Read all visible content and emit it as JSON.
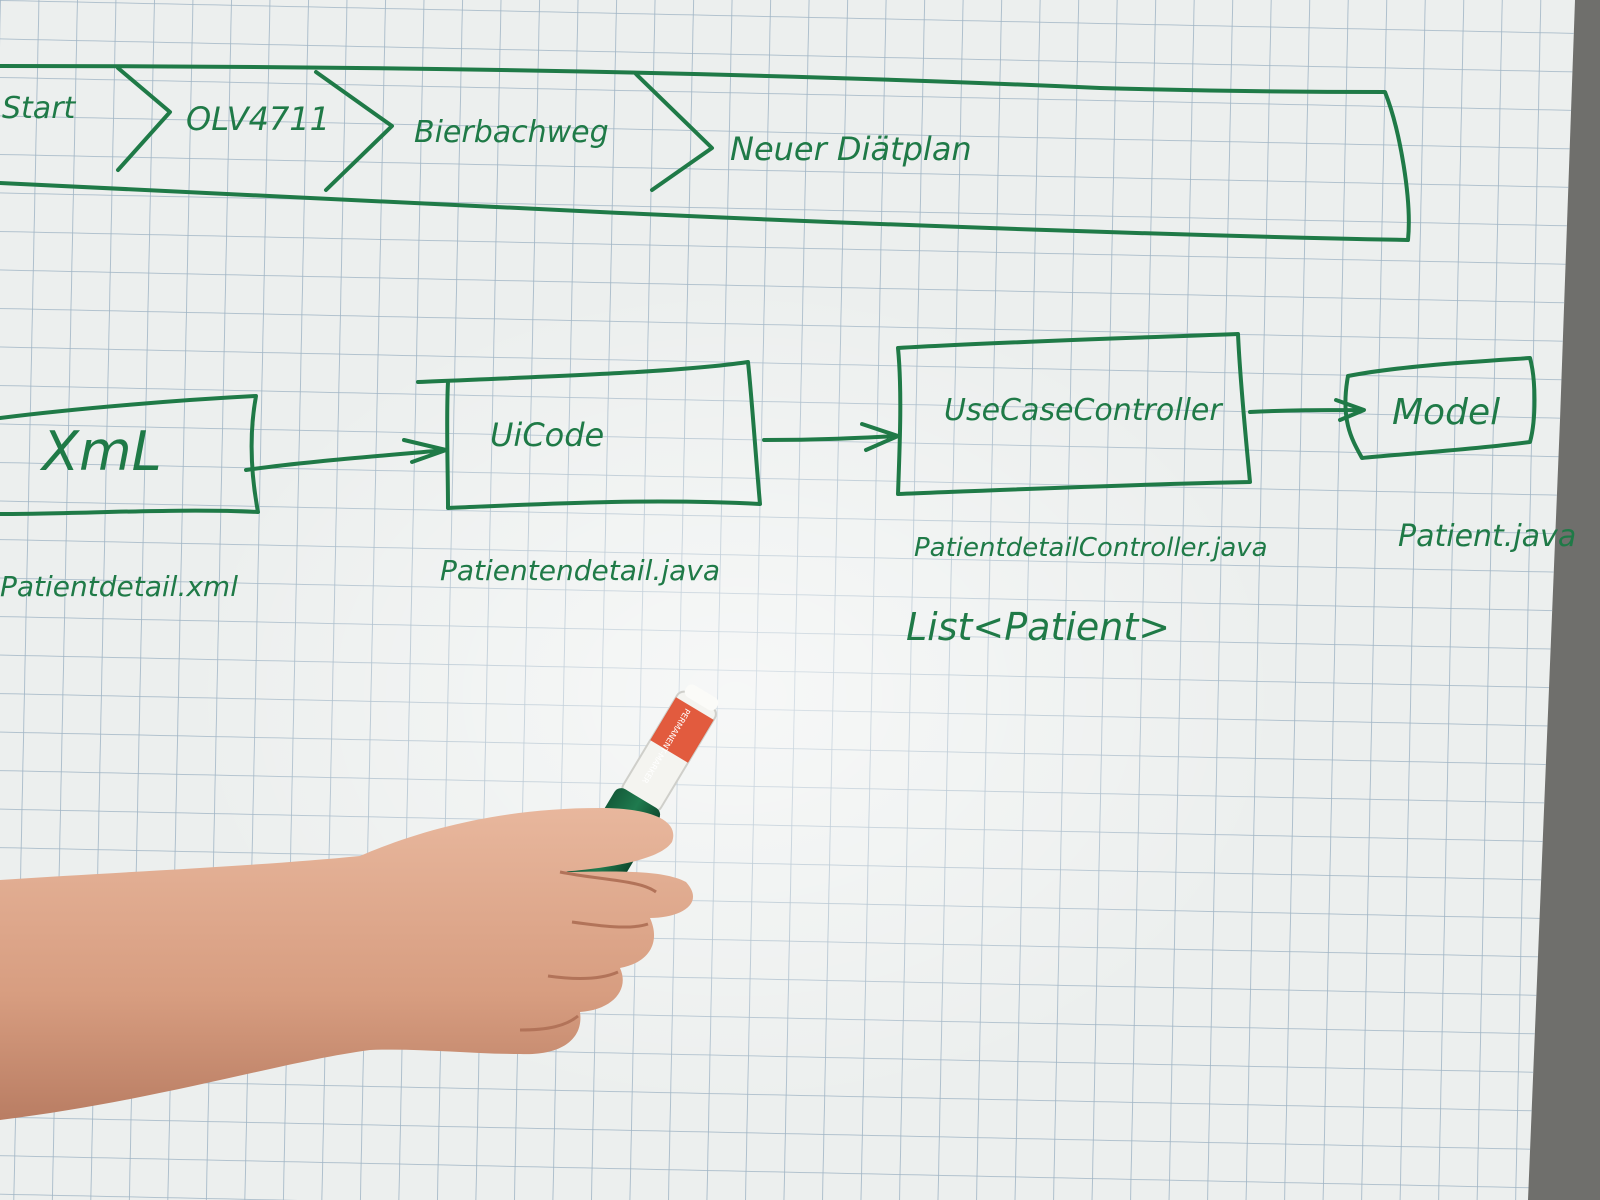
{
  "photo": {
    "subject": "flipchart-sketch",
    "ink_color": "#1f7a47",
    "grid_color": "#9fb4c4",
    "paper_color": "#ecefee"
  },
  "flow_banner": {
    "steps": [
      "Start",
      "OLV4711",
      "Bierbachweg",
      "Neuer Diätplan"
    ]
  },
  "diagram": {
    "boxes": [
      {
        "label": "XmL",
        "caption": "Patientdetail.xml"
      },
      {
        "label": "UiCode",
        "caption": "Patientendetail.java"
      },
      {
        "label": "UseCaseController",
        "caption": "PatientdetailController.java",
        "note": "List<Patient>"
      },
      {
        "label": "Model",
        "caption": "Patient.java"
      }
    ]
  },
  "marker": {
    "cap_label": "PERMANENT-MARKER"
  }
}
